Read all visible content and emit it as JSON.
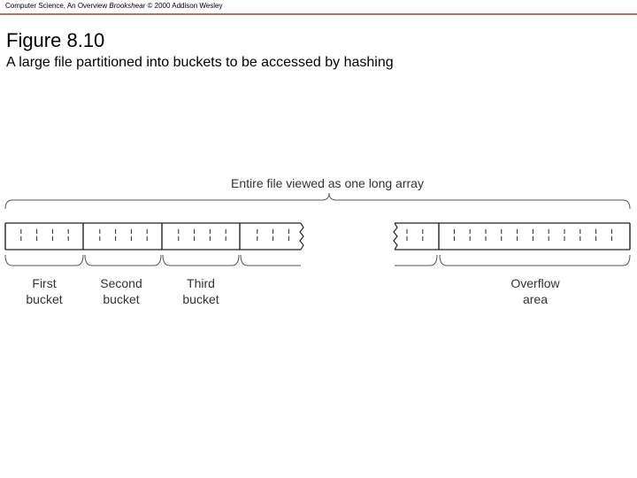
{
  "header": {
    "credit_pre": "Computer Science, An Overview ",
    "credit_italic": "Brookshear",
    "credit_post": " © 2000 Addison Wesley"
  },
  "figure": {
    "title": "Figure 8.10",
    "subtitle": "A large file partitioned into buckets to be accessed by hashing"
  },
  "diagram": {
    "array_label": "Entire file viewed as one long array",
    "buckets": [
      {
        "line1": "First",
        "line2": "bucket"
      },
      {
        "line1": "Second",
        "line2": "bucket"
      },
      {
        "line1": "Third",
        "line2": "bucket"
      },
      {
        "line1": "Overflow",
        "line2": "area"
      }
    ]
  }
}
